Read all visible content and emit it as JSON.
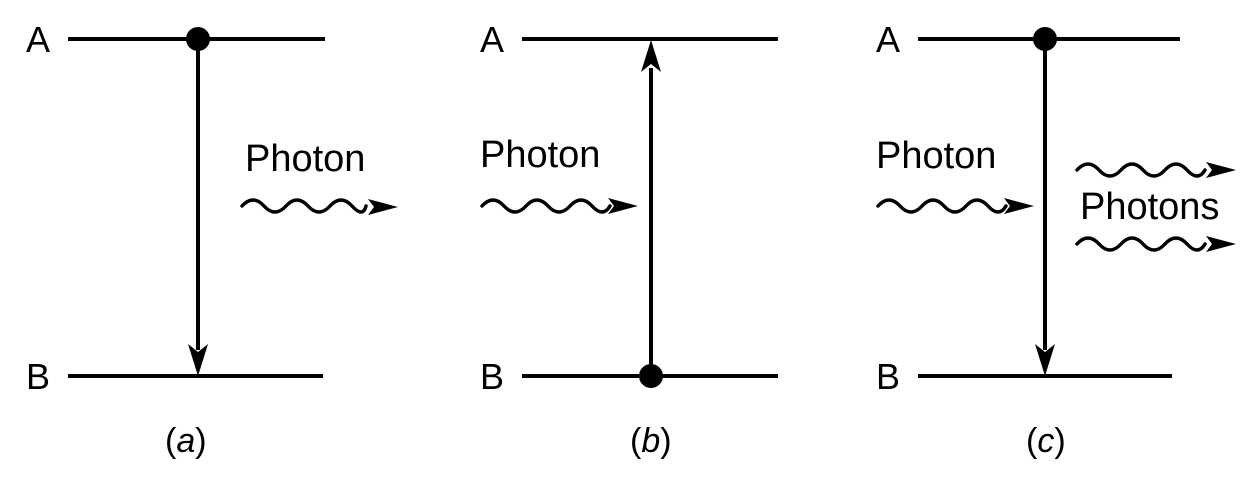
{
  "panels": [
    {
      "level_a": "A",
      "level_b": "B",
      "photon_label": "Photon",
      "caption_letter": "a"
    },
    {
      "level_a": "A",
      "level_b": "B",
      "photon_label": "Photon",
      "caption_letter": "b"
    },
    {
      "level_a": "A",
      "level_b": "B",
      "photon_label_in": "Photon",
      "photon_label_out": "Photons",
      "caption_letter": "c"
    }
  ],
  "colors": {
    "ink": "#000000",
    "background": "#ffffff"
  }
}
